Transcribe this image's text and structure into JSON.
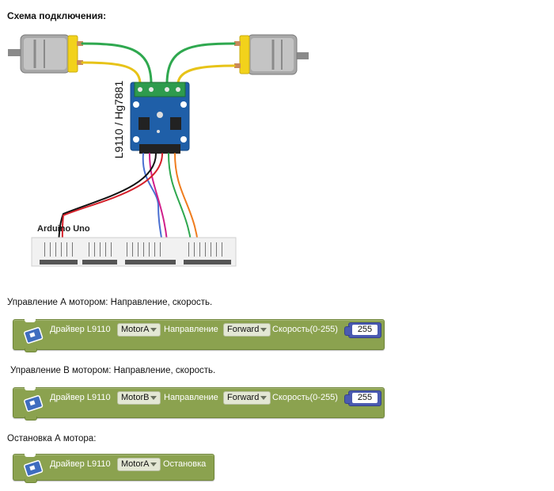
{
  "heading": "Схема подключения:",
  "diagram": {
    "module_label": "L9110 / Hg7881",
    "arduino_label": "Arduino Uno"
  },
  "sections": [
    {
      "caption": "Управление А мотором: Направление, скорость.",
      "block": {
        "title": "Драйвер L9110",
        "motor": "MotorA",
        "direction_label": "Направление",
        "direction": "Forward",
        "speed_label": "Скорость(0-255)",
        "speed": "255"
      }
    },
    {
      "caption": "Управление В мотором: Направление, скорость.",
      "block": {
        "title": "Драйвер L9110",
        "motor": "MotorB",
        "direction_label": "Направление",
        "direction": "Forward",
        "speed_label": "Скорость(0-255)",
        "speed": "255"
      }
    },
    {
      "caption": "Остановка А мотора:",
      "block": {
        "title": "Драйвер L9110",
        "motor": "MotorA",
        "action": "Остановка"
      }
    }
  ],
  "colors": {
    "block_green": "#8ba24f",
    "number_blue": "#4a5ab1",
    "driver_blue": "#1f5fa8",
    "terminal_green": "#2e9b4d",
    "motor_yellow": "#f2d21b",
    "wire_green": "#2fa84f",
    "wire_yellow": "#e7c318",
    "wire_red": "#d4202a",
    "wire_black": "#111111",
    "wire_magenta": "#d0208b",
    "wire_blue": "#4a6fd1",
    "wire_orange": "#ef7d1f"
  }
}
